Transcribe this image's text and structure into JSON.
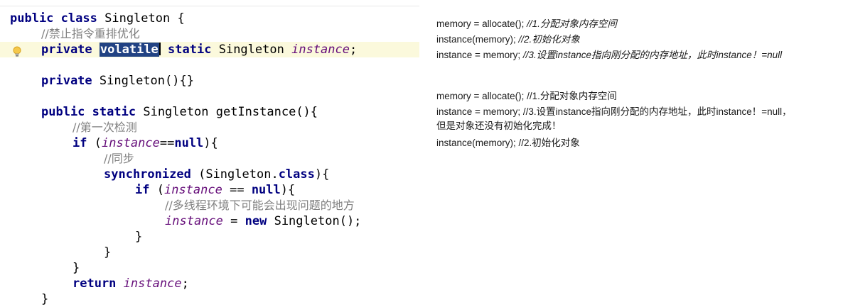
{
  "code": {
    "lines": [
      {
        "t": "public class Singleton {"
      },
      {
        "t": "//禁止指令重排优化"
      },
      {
        "t": "private volatile static Singleton instance;"
      },
      {
        "t": "private Singleton(){}"
      },
      {
        "t": "public static Singleton getInstance(){"
      },
      {
        "t": "//第一次检测"
      },
      {
        "t": "if (instance==null){"
      },
      {
        "t": "//同步"
      },
      {
        "t": "synchronized (Singleton.class){"
      },
      {
        "t": "if (instance == null){"
      },
      {
        "t": "//多线程环境下可能会出现问题的地方"
      },
      {
        "t": "instance = new Singleton();"
      },
      {
        "t": "}"
      },
      {
        "t": "}"
      },
      {
        "t": "}"
      },
      {
        "t": "return instance;"
      },
      {
        "t": "}"
      }
    ],
    "tokens": {
      "public": "public",
      "class": "class",
      "private": "private",
      "volatile": "volatile",
      "static": "static",
      "if": "if",
      "null": "null",
      "synchronized": "synchronized",
      "class_kw": "class",
      "new": "new",
      "return": "return",
      "singleton": "Singleton",
      "instance": "instance",
      "getInstance": "getInstance",
      "comment_no_reorder": "//禁止指令重排优化",
      "comment_first_check": "//第一次检测",
      "comment_sync": "//同步",
      "comment_problem": "//多线程环境下可能会出现问题的地方"
    },
    "selected_word": "volatile"
  },
  "notes": {
    "block1": {
      "l1_code": "memory = allocate(); ",
      "l1_comment": "//1.分配对象内存空间",
      "l2_code": "instance(memory);   ",
      "l2_comment": "//2.初始化对象",
      "l3_code": "instance = memory;   ",
      "l3_comment": "//3.设置instance指向刚分配的内存地址，此时instance！=null"
    },
    "block2": {
      "l1_code": "memory = allocate(); ",
      "l1_comment": "//1.分配对象内存空间",
      "l2_code": "instance = memory;   ",
      "l2_comment": "//3.设置instance指向刚分配的内存地址，此时instance！=null，",
      "l2_cont": "但是对象还没有初始化完成！",
      "l3_code": "instance(memory);   ",
      "l3_comment": "//2.初始化对象"
    }
  },
  "colors": {
    "keyword": "#000080",
    "comment": "#808080",
    "field": "#660e7a",
    "selection": "#214283",
    "line_highlight": "#fbf9dc"
  },
  "icons": {
    "gutter": "lightbulb-icon"
  }
}
